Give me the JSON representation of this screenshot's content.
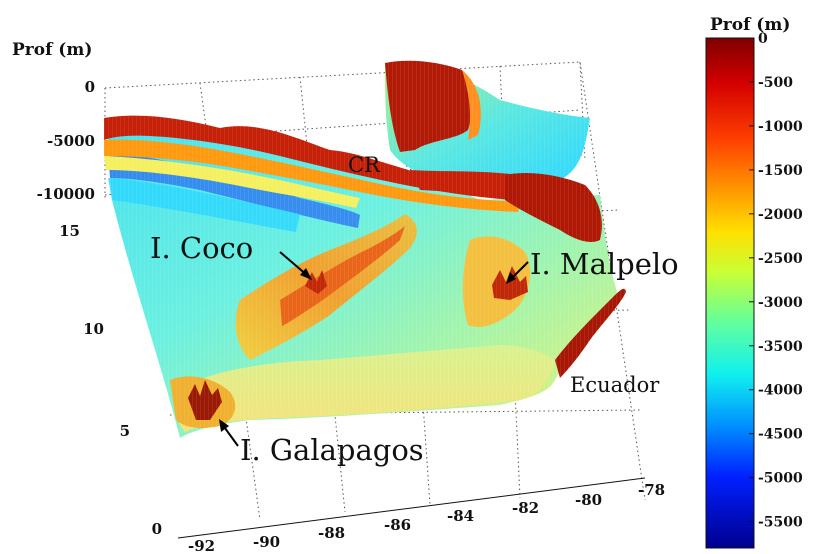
{
  "chart_data": {
    "type": "surface3d",
    "title": "",
    "z_label": "Prof (m)",
    "z_ticks": [
      0,
      -5000,
      -10000
    ],
    "y_ticks": [
      15,
      10,
      5,
      0
    ],
    "x_ticks": [
      -92,
      -90,
      -88,
      -86,
      -84,
      -82,
      -80,
      -78
    ],
    "colorbar": {
      "label": "Prof (m)",
      "ticks": [
        0,
        -500,
        -1000,
        -1500,
        -2000,
        -2500,
        -3000,
        -3500,
        -4000,
        -4500,
        -5000,
        -5500
      ],
      "range": [
        -5800,
        0
      ],
      "colors": [
        "#7f0000",
        "#ff0000",
        "#ffa500",
        "#ffff00",
        "#80ff80",
        "#00ffff",
        "#0080ff",
        "#0000ff",
        "#00008f"
      ]
    },
    "annotations": [
      {
        "text": "CR"
      },
      {
        "text": "I. Coco"
      },
      {
        "text": "I. Malpelo"
      },
      {
        "text": "Ecuador"
      },
      {
        "text": "I. Galapagos"
      }
    ],
    "grid": true
  }
}
